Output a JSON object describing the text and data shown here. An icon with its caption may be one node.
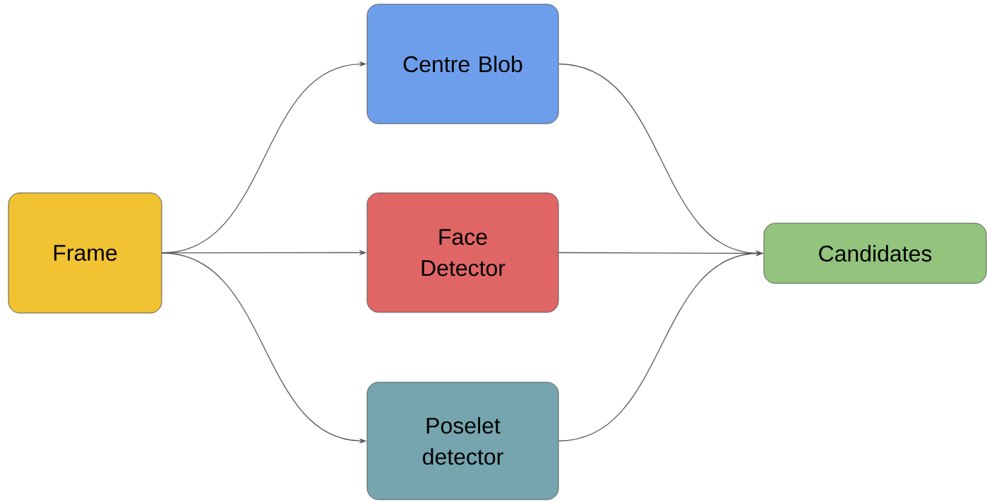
{
  "diagram": {
    "nodes": [
      {
        "text": [
          "Frame"
        ]
      },
      {
        "text": [
          "Centre Blob"
        ]
      },
      {
        "text": [
          "Face Detector"
        ]
      },
      {
        "text": [
          "Poselet detector"
        ]
      },
      {
        "text": [
          "Candidates"
        ]
      }
    ],
    "edges": [
      {
        "from": 0,
        "to": 1,
        "arrow": "to"
      },
      {
        "from": 0,
        "to": 2,
        "arrow": "to"
      },
      {
        "from": 0,
        "to": 3,
        "arrow": "to"
      },
      {
        "from": 1,
        "to": 4,
        "arrow": "to"
      },
      {
        "from": 2,
        "to": 4,
        "arrow": "to"
      },
      {
        "from": 3,
        "to": 4,
        "arrow": "to"
      }
    ]
  }
}
